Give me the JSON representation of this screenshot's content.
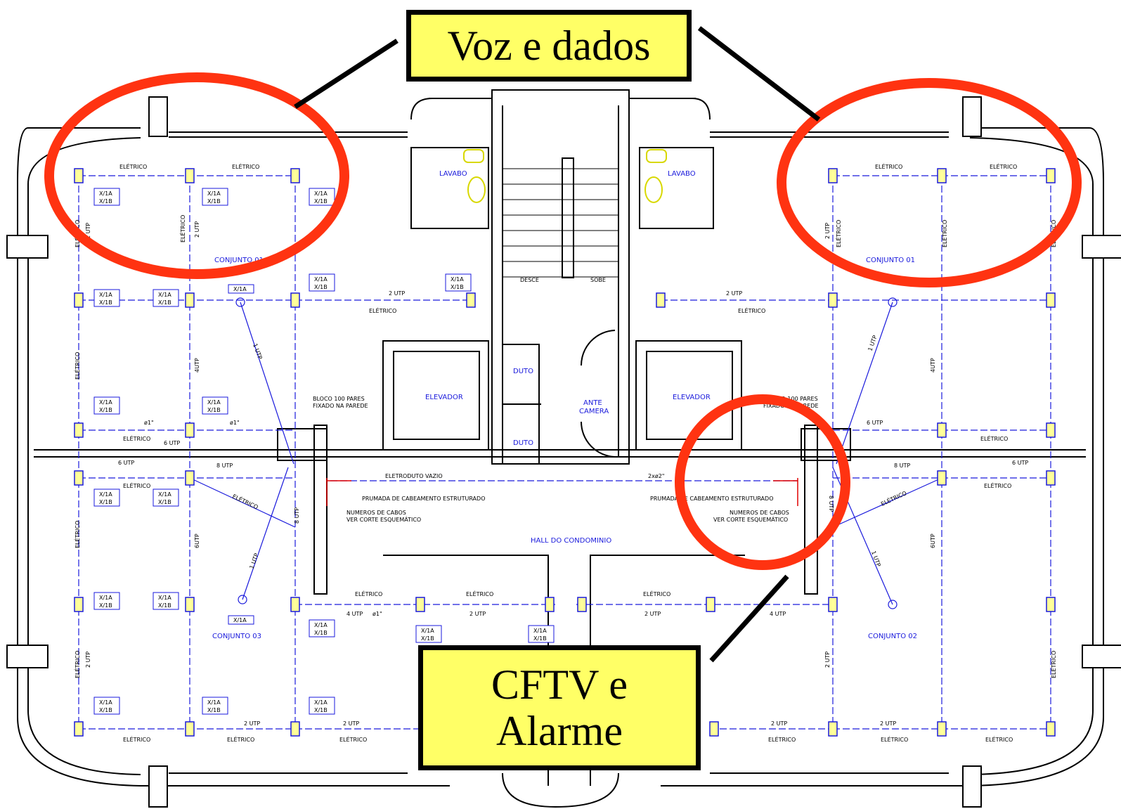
{
  "callouts": {
    "voz_dados": "Voz e dados",
    "cftv_line1": "CFTV e",
    "cftv_line2": "Alarme"
  },
  "rooms": {
    "lavabo": "LAVABO",
    "elevador": "ELEVADOR",
    "duto": "DUTO",
    "ante_camera": [
      "ANTE",
      "CAMERA"
    ],
    "desce": "DESCE",
    "sobe": "SOBE",
    "hall": "HALL DO CONDOMINIO",
    "conjunto_01": "CONJUNTO 01",
    "conjunto_02": "CONJUNTO 02",
    "conjunto_03": "CONJUNTO 03"
  },
  "annotations": {
    "eletrico": "ELÉTRICO",
    "utp2": "2 UTP",
    "utp4": "4 UTP",
    "utp6": "6 UTP",
    "utp8": "8 UTP",
    "utp1": "1 UTP",
    "utp4b": "4UTP",
    "utp6b": "6UTP",
    "phi1": "ø1\"",
    "x1a": "X/1A",
    "x1b": "X/1B",
    "bloco1": "BLOCO 100 PARES",
    "bloco2": "FIXADO NA PAREDE",
    "eletroduto": "ELETRODUTO VAZIO",
    "prumada": "PRUMADA DE CABEAMENTO ESTRUTURADO",
    "numeros1": "NUMEROS DE CABOS",
    "numeros2": "VER CORTE ESQUEMÁTICO",
    "dois_phi2": "2xø2\""
  },
  "colors": {
    "callout_fill": "#ffff66",
    "highlight_ring": "#ff3311",
    "cabling": "#1a1adc",
    "fixture": "#e8e800"
  }
}
